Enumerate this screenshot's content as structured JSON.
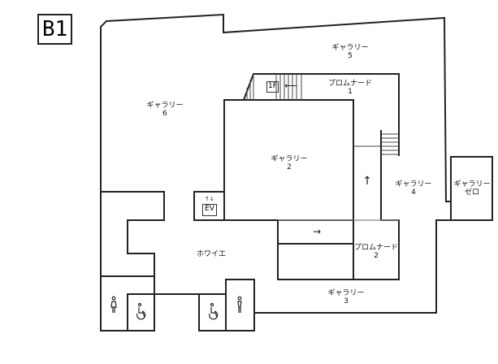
{
  "floor": "B1",
  "rooms": [
    {
      "name": "ギャラリー",
      "num": "5"
    },
    {
      "name": "プロムナード",
      "num": "1"
    },
    {
      "name": "ギャラリー",
      "num": "6"
    },
    {
      "name": "ギャラリー",
      "num": "2"
    },
    {
      "name": "ギャラリー",
      "num": "4"
    },
    {
      "name": "ギャラリー",
      "num": "ゼロ"
    },
    {
      "name": "ホワイエ",
      "num": ""
    },
    {
      "name": "プロムナード",
      "num": "2"
    },
    {
      "name": "ギャラリー",
      "num": "3"
    }
  ],
  "signs": {
    "stairs_up": "1F",
    "elevator": "EV",
    "elevator_arrows": "↑↓",
    "arrow_right": "→",
    "arrow_up": "↑",
    "arrow_left": "⟵"
  }
}
